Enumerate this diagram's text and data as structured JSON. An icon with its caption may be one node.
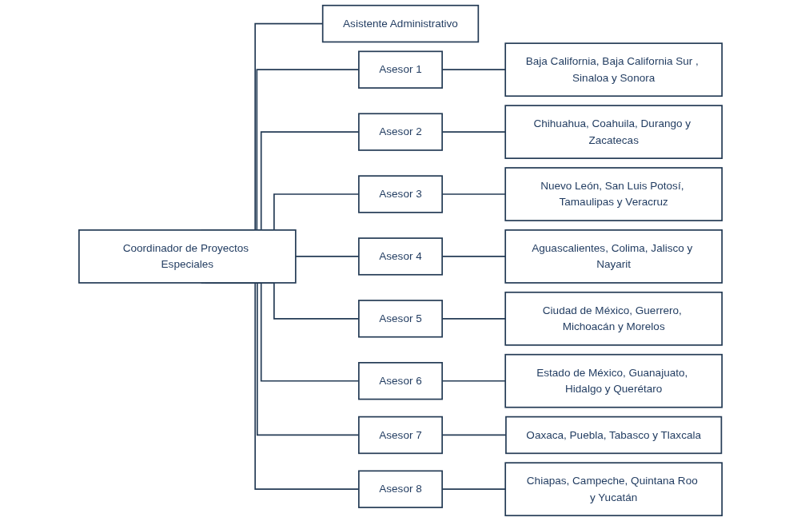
{
  "diagram": {
    "nodes": [
      {
        "text": [
          "Coordinador de Proyectos Especiales"
        ]
      },
      {
        "text": [
          "Asistente Administrativo"
        ]
      },
      {
        "text": [
          "Asesor 1"
        ]
      },
      {
        "text": [
          "Baja California, Baja California Sur , Sinaloa y Sonora"
        ]
      },
      {
        "text": [
          "Asesor 2"
        ]
      },
      {
        "text": [
          "Chihuahua, Coahuila, Durango y Zacatecas"
        ]
      },
      {
        "text": [
          "Asesor 3"
        ]
      },
      {
        "text": [
          "Nuevo León, San Luis Potosí, Tamaulipas y Veracruz"
        ]
      },
      {
        "text": [
          "Asesor 4"
        ]
      },
      {
        "text": [
          "Aguascalientes, Colima, Jalisco y Nayarit"
        ]
      },
      {
        "text": [
          "Asesor 5"
        ]
      },
      {
        "text": [
          "Ciudad de México, Guerrero, Michoacán y Morelos"
        ]
      },
      {
        "text": [
          "Asesor 6"
        ]
      },
      {
        "text": [
          "Estado de México, Guanajuato, Hidalgo y Querétaro"
        ]
      },
      {
        "text": [
          "Asesor 7"
        ]
      },
      {
        "text": [
          "Oaxaca, Puebla, Tabasco y Tlaxcala"
        ]
      },
      {
        "text": [
          "Asesor 8"
        ]
      },
      {
        "text": [
          "Chiapas, Campeche, Quintana Roo y Yucatán"
        ]
      }
    ],
    "edges": [
      {
        "from": 0,
        "to": 1,
        "arrow": "none"
      },
      {
        "from": 0,
        "to": 2,
        "arrow": "none"
      },
      {
        "from": 0,
        "to": 4,
        "arrow": "none"
      },
      {
        "from": 0,
        "to": 6,
        "arrow": "none"
      },
      {
        "from": 0,
        "to": 8,
        "arrow": "none"
      },
      {
        "from": 0,
        "to": 10,
        "arrow": "none"
      },
      {
        "from": 0,
        "to": 12,
        "arrow": "none"
      },
      {
        "from": 0,
        "to": 14,
        "arrow": "none"
      },
      {
        "from": 0,
        "to": 16,
        "arrow": "none"
      },
      {
        "from": 2,
        "to": 3,
        "arrow": "none"
      },
      {
        "from": 4,
        "to": 5,
        "arrow": "none"
      },
      {
        "from": 6,
        "to": 7,
        "arrow": "none"
      },
      {
        "from": 8,
        "to": 9,
        "arrow": "none"
      },
      {
        "from": 10,
        "to": 11,
        "arrow": "none"
      },
      {
        "from": 12,
        "to": 13,
        "arrow": "none"
      },
      {
        "from": 14,
        "to": 15,
        "arrow": "none"
      },
      {
        "from": 16,
        "to": 17,
        "arrow": "none"
      }
    ]
  }
}
